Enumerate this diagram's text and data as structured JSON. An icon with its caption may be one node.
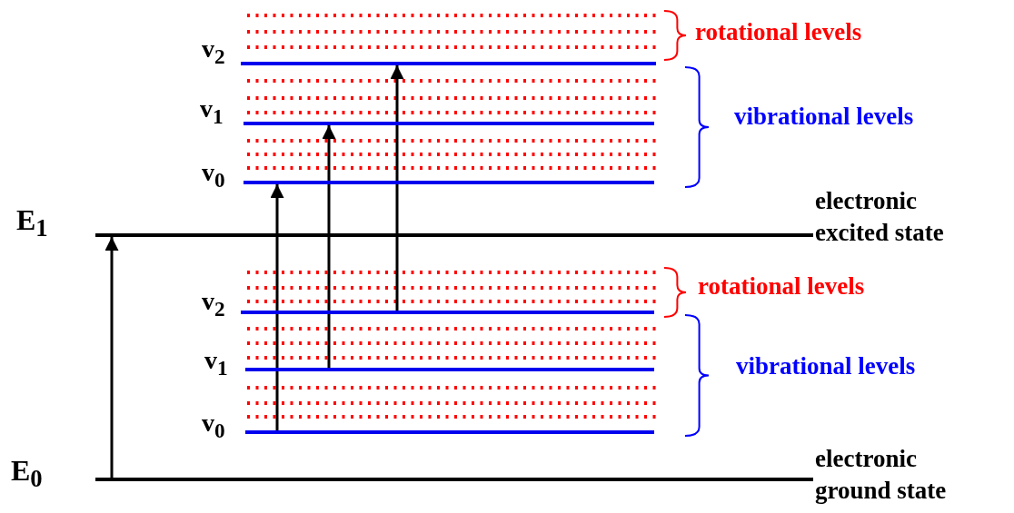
{
  "diagram": {
    "nodes": [
      {
        "text": [
          "v$_{2}$"
        ]
      },
      {
        "text": [
          "v$_{1}$"
        ]
      },
      {
        "text": [
          "v$_{0}$"
        ]
      },
      {
        "text": [
          "E$_{1}$"
        ],
        "beside": [
          "electronic excited state"
        ]
      },
      {
        "text": [
          "v$_{2}$"
        ]
      },
      {
        "text": [
          "v$_{1}$"
        ]
      },
      {
        "text": [
          "v$_{0}$"
        ]
      },
      {
        "text": [
          "E$_{0}$"
        ],
        "beside": [
          "electronic ground state"
        ]
      }
    ],
    "edges": [
      {
        "from": 7,
        "to": 3,
        "arrow": "to"
      },
      {
        "from": 6,
        "to": 2,
        "arrow": "to"
      },
      {
        "from": 5,
        "to": 1,
        "arrow": "to"
      },
      {
        "from": 4,
        "to": 0,
        "arrow": "to"
      }
    ],
    "labels": [
      "rotational levels",
      "vibrational levels",
      "rotational levels",
      "vibrational levels"
    ]
  }
}
